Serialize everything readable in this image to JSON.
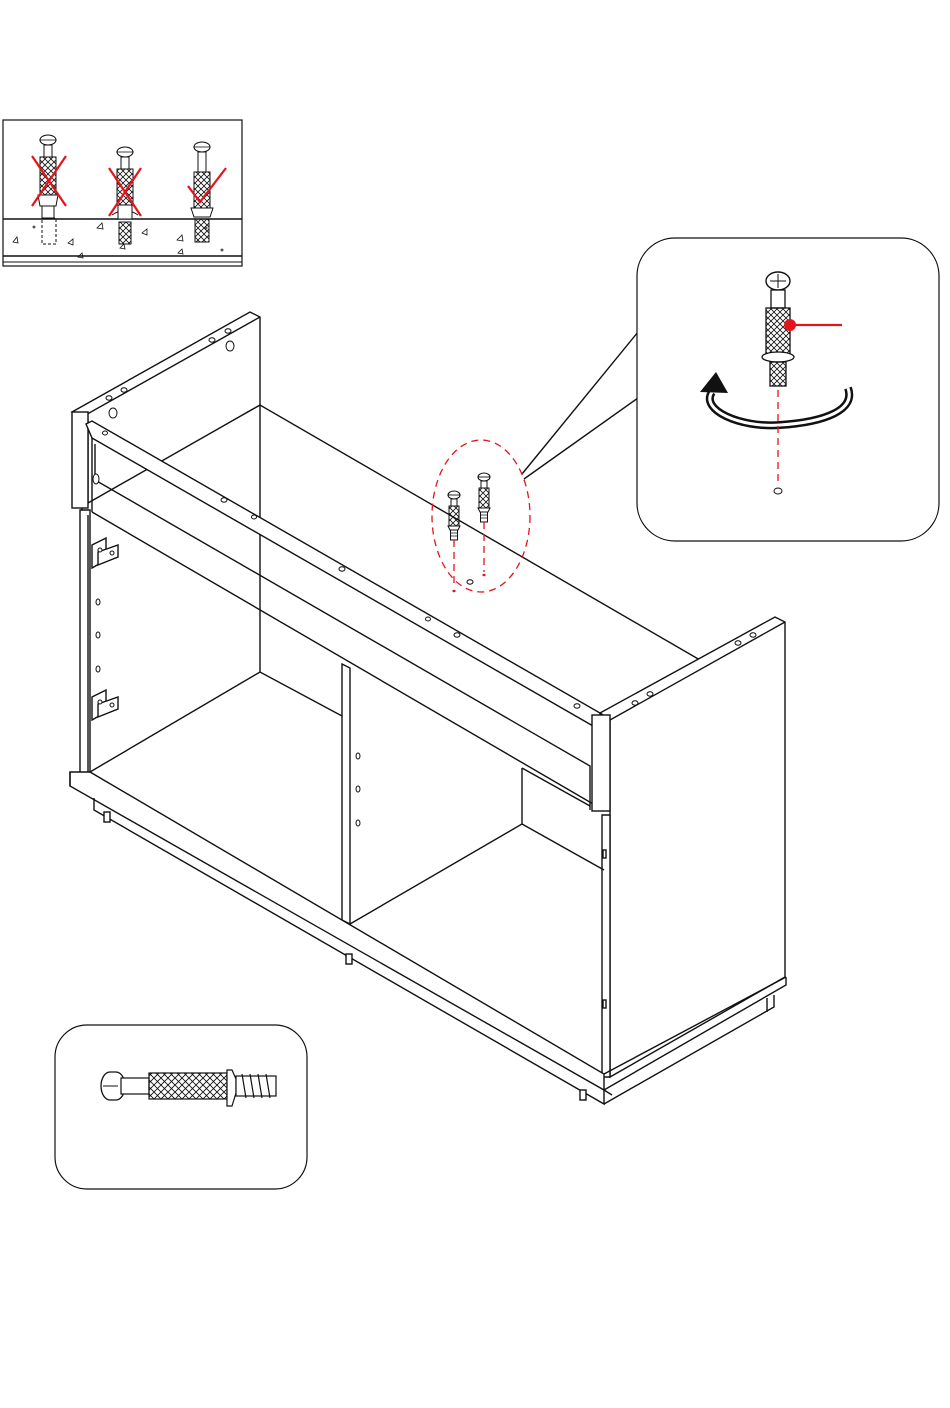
{
  "colors": {
    "line": "#111111",
    "accent_red": "#e3141b",
    "background": "#ffffff"
  },
  "icons": {
    "wrong_mark": "cross-icon",
    "correct_mark": "check-icon",
    "rotation": "rotate-arrow-icon"
  },
  "insets": {
    "depth_check": {
      "states": [
        "wrong",
        "wrong",
        "correct"
      ]
    },
    "rotation_detail": {
      "pointer": "red-dot"
    },
    "cam_bolt": {
      "part": "cam-bolt"
    }
  }
}
